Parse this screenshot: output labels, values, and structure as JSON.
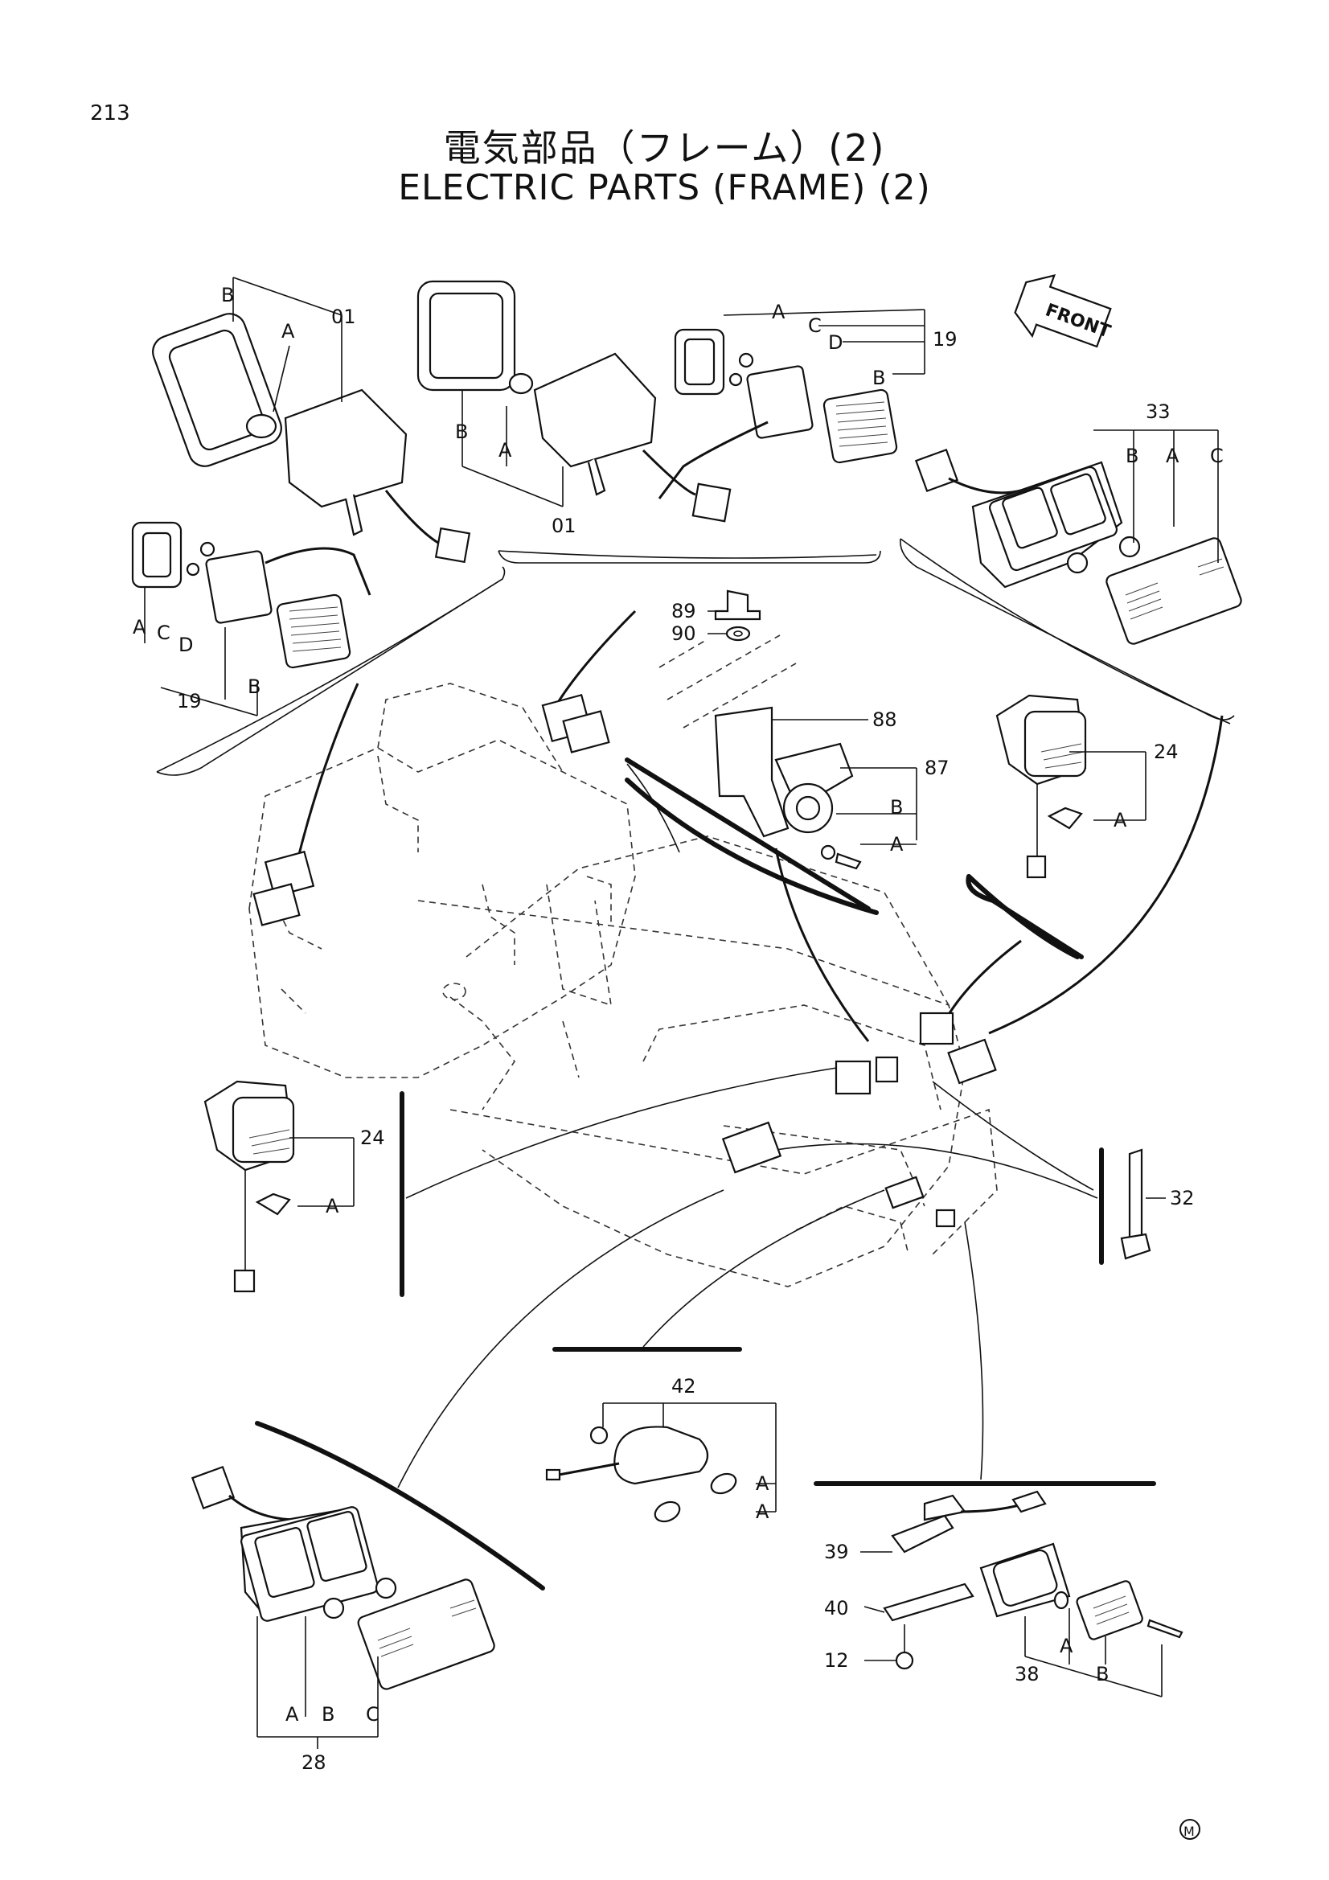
{
  "page_number": "213",
  "title_jp": "電気部品（フレーム）(2)",
  "title_en": "ELECTRIC PARTS (FRAME) (2)",
  "front_marker": "FRONT",
  "corner_mark": "M",
  "callouts": {
    "c01a": "01",
    "c01b": "01",
    "c19a": "19",
    "c19b": "19",
    "c33": "33",
    "c89": "89",
    "c90": "90",
    "c88": "88",
    "c87": "87",
    "c24a": "24",
    "c24b": "24",
    "c32": "32",
    "c42": "42",
    "c28": "28",
    "c39": "39",
    "c40": "40",
    "c12": "12",
    "c38": "38"
  },
  "sub_labels": {
    "g01_B": "B",
    "g01_A": "A",
    "g01b_B": "B",
    "g01b_A": "A",
    "g19_A": "A",
    "g19_C": "C",
    "g19_D": "D",
    "g19_B": "B",
    "g19b_A": "A",
    "g19b_C": "C",
    "g19b_D": "D",
    "g19b_B": "B",
    "g33_B": "B",
    "g33_A": "A",
    "g33_C": "C",
    "g87_B": "B",
    "g87_A": "A",
    "g24a_A": "A",
    "g24b_A": "A",
    "g42_A1": "A",
    "g42_A2": "A",
    "g28_A": "A",
    "g28_B": "B",
    "g28_C": "C",
    "g38_A": "A",
    "g38_B": "B"
  }
}
